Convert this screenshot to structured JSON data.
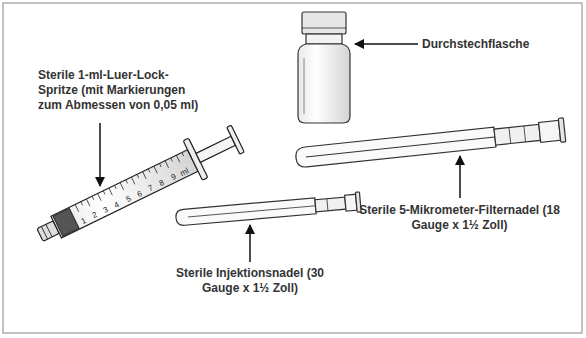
{
  "diagram": {
    "labels": [
      "Sterile 1-ml-Luer-Lock- Spritze (mit Markierungen zum Abmessen von 0,05 ml)",
      "Durchstechflasche",
      "Sterile 5-Mikrometer-Filternadel (18 Gauge x 1½ Zoll)",
      "Sterile Injektionsnadel (30 Gauge x 1½ Zoll)",
      "1",
      "2",
      "3",
      "4",
      "5",
      "6",
      "7",
      "8",
      "9",
      "ml"
    ]
  }
}
